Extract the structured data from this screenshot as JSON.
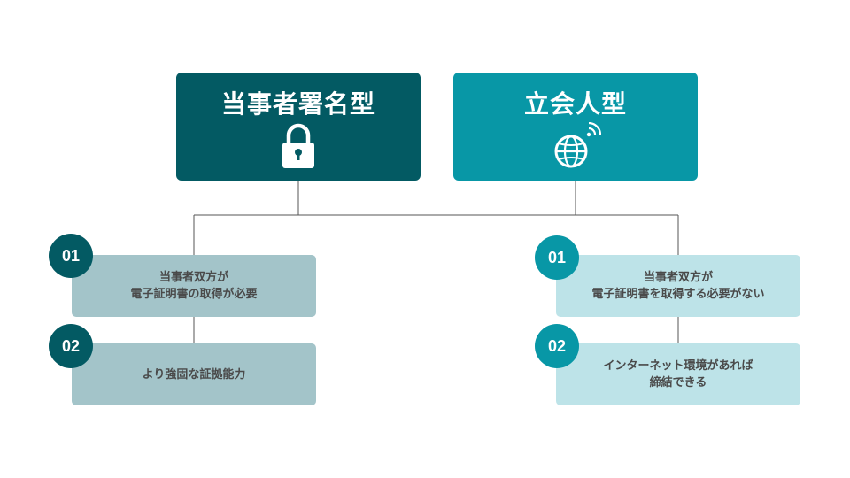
{
  "headers": {
    "left": {
      "title": "当事者署名型",
      "icon": "lock-icon"
    },
    "right": {
      "title": "立会人型",
      "icon": "globe-wifi-icon"
    }
  },
  "left_items": [
    {
      "number": "01",
      "lines": [
        "当事者双方が",
        "電子証明書の取得が必要"
      ]
    },
    {
      "number": "02",
      "lines": [
        "より強固な証拠能力"
      ]
    }
  ],
  "right_items": [
    {
      "number": "01",
      "lines": [
        "当事者双方が",
        "電子証明書を取得する必要がない"
      ]
    },
    {
      "number": "02",
      "lines": [
        "インターネット環境があれば",
        "締結できる"
      ]
    }
  ],
  "colors": {
    "dark_teal": "#035a63",
    "teal": "#0897a6",
    "left_card": "#a3c4c9",
    "right_card": "#bde3e8",
    "connector": "#555555"
  }
}
